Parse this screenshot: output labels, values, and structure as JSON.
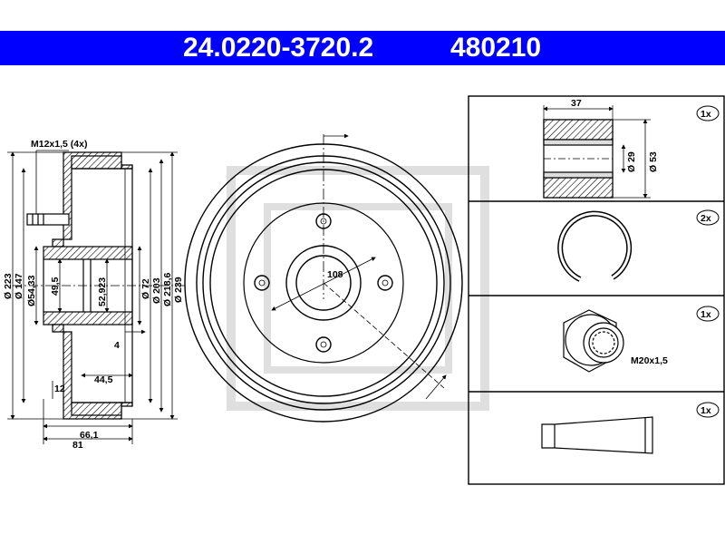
{
  "header": {
    "part_number": "24.0220-3720.2",
    "ref_number": "480210",
    "background_color": "#0000ff",
    "text_color": "#ffffff"
  },
  "section_view": {
    "thread_label": "M12x1,5 (4x)",
    "dims": {
      "d223": "Ø 223",
      "d147": "Ø 147",
      "d54": "Ø54,33",
      "h49": "49,5",
      "h52": "52,923",
      "d72": "Ø 72",
      "d203": "Ø 203",
      "d218": "Ø 218,6",
      "d239": "Ø 239",
      "w4": "4",
      "w44": "44,5",
      "w12": "12",
      "w66": "66,1",
      "w81": "81"
    }
  },
  "front_view": {
    "pcd_label": "108"
  },
  "parts_panel": {
    "bearing": {
      "qty": "1x",
      "width": "37",
      "bore": "Ø 29",
      "outer": "Ø 53"
    },
    "circlip": {
      "qty": "2x"
    },
    "nut": {
      "qty": "1x",
      "thread": "M20x1,5"
    },
    "cap": {
      "qty": "1x"
    }
  },
  "icons": [
    "bearing-icon",
    "circlip-icon",
    "hex-nut-icon",
    "grease-cap-icon"
  ]
}
